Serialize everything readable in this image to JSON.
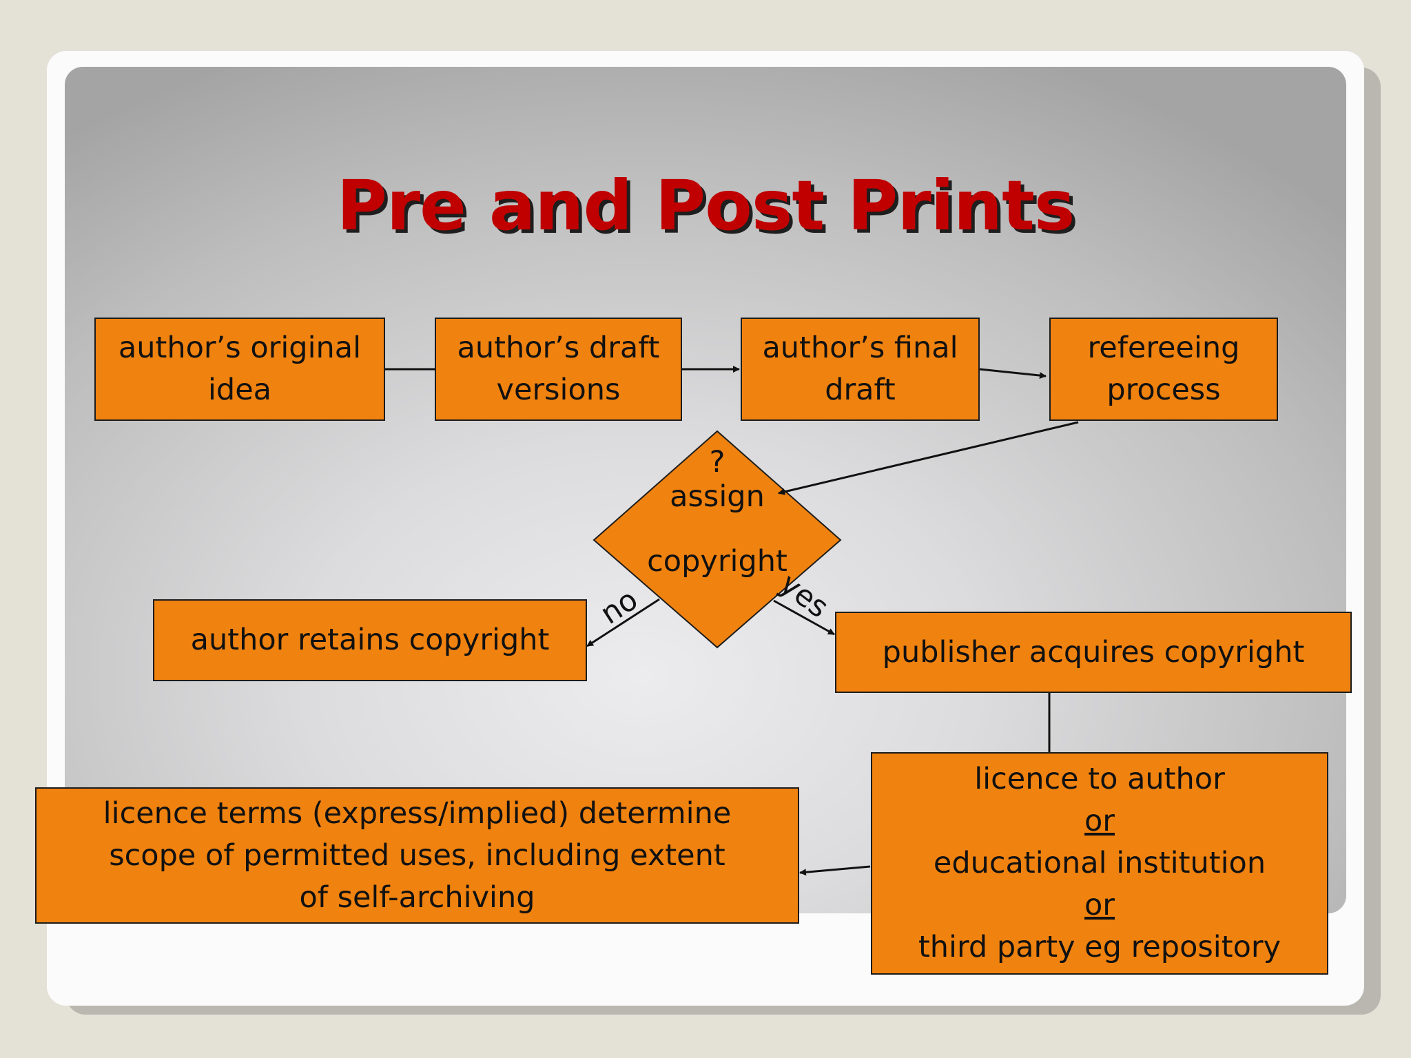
{
  "title": "Pre and Post Prints",
  "colors": {
    "box_fill": "#f0820f",
    "title": "#c00000"
  },
  "boxes": {
    "original_idea": [
      "author’s original",
      "idea"
    ],
    "draft_versions": [
      "author’s draft",
      "versions"
    ],
    "final_draft": [
      "author’s final",
      "draft"
    ],
    "refereeing": [
      "refereeing",
      "process"
    ],
    "author_retains": "author retains copyright",
    "publisher_acquires": "publisher acquires copyright",
    "licence_to": [
      "licence to author",
      "or",
      "educational institution",
      "or",
      "third party eg repository"
    ],
    "licence_terms": [
      "licence terms (express/implied) determine",
      "scope of permitted uses, including extent",
      "of self-archiving"
    ]
  },
  "decision": {
    "question_mark": "?",
    "line1": "assign",
    "line2": "copyright"
  },
  "branch_labels": {
    "no": "no",
    "yes": "yes"
  }
}
